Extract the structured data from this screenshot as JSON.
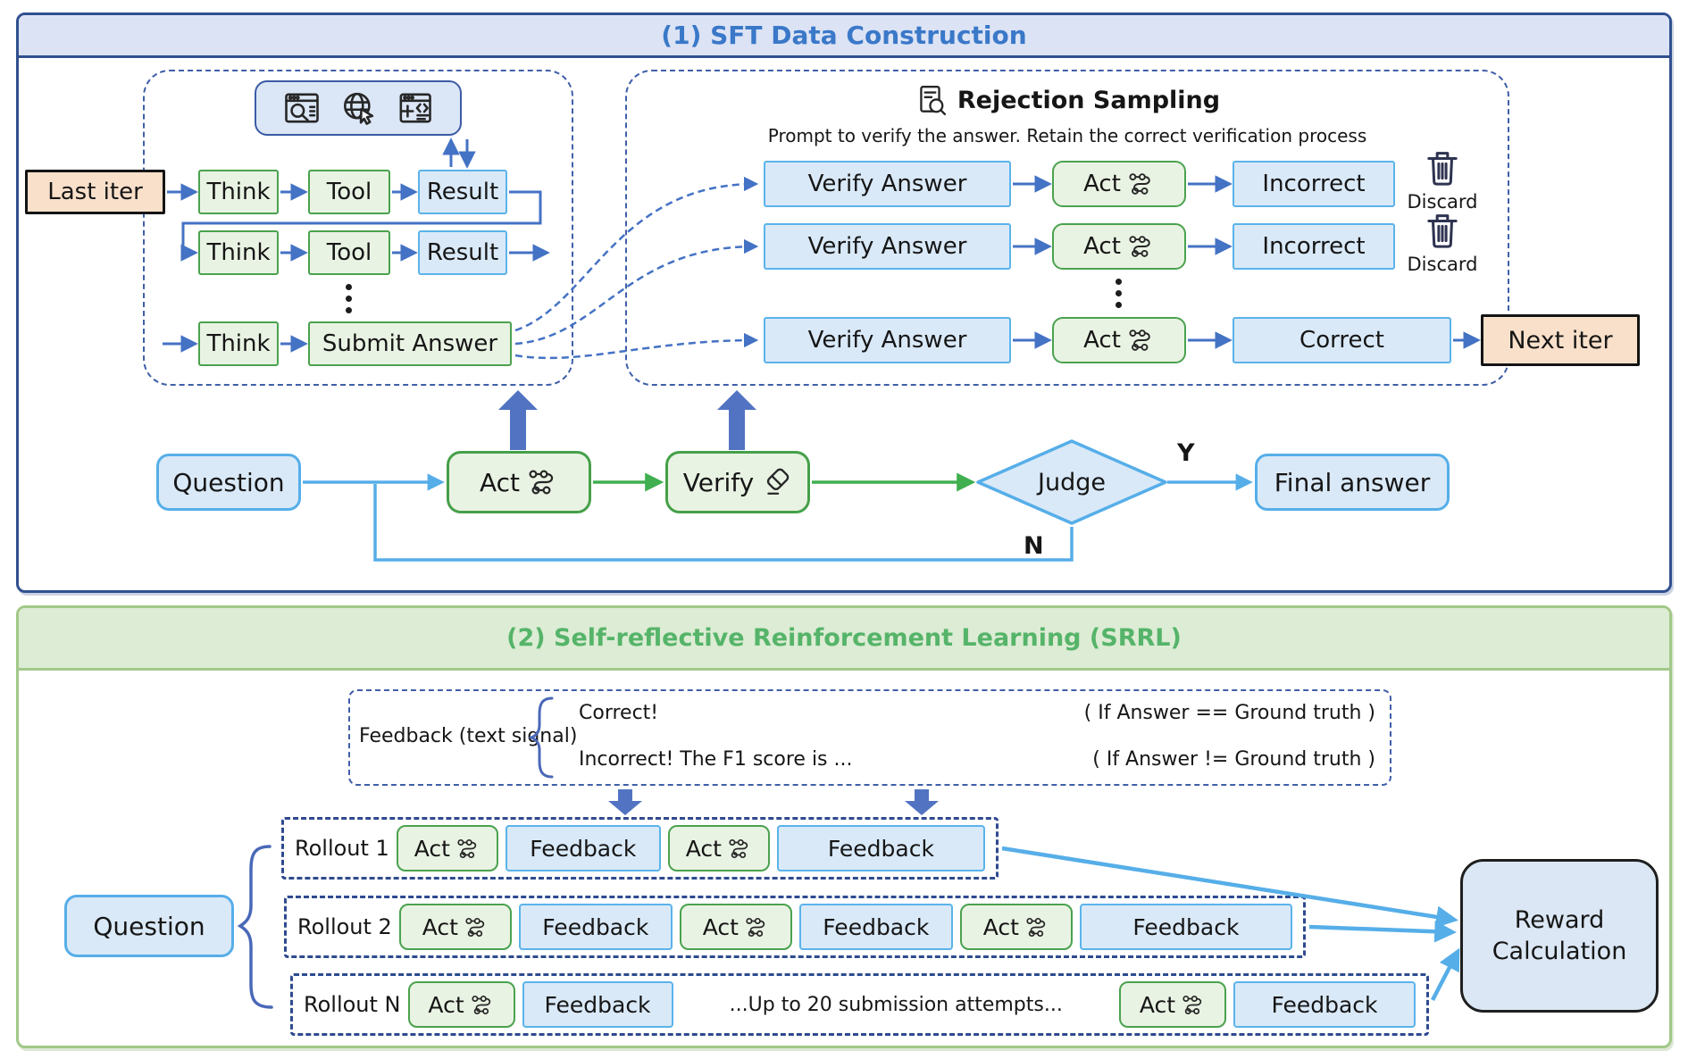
{
  "colors": {
    "s1_border": "#30508f",
    "s1_header_bg": "#dce3f5",
    "s1_title": "#3a78c8",
    "s2_border": "#a2c888",
    "s2_header_bg": "#ddecd4",
    "s2_title": "#55b469",
    "green_box_border": "#4aa24e",
    "green_box_bg": "#e9f3e3",
    "blue_box_border": "#5bb3ea",
    "blue_box_bg": "#d9e9f8",
    "peach_bg": "#f9e0ca",
    "arrow_blue": "#4472c4",
    "arrow_light_blue": "#56aee8",
    "arrow_green": "#3faf4f",
    "block_arrow": "#5273c2",
    "dashed_border": "#3f5fa8",
    "rollout_dash": "#2e4a8f",
    "reward_bg": "#dbe7f4"
  },
  "s1": {
    "title": "(1) SFT Data Construction",
    "last_iter": "Last iter",
    "think": "Think",
    "tool": "Tool",
    "result": "Result",
    "submit": "Submit Answer",
    "rs_title": "Rejection Sampling",
    "rs_subtitle": "Prompt to verify the answer. Retain the correct verification process",
    "verify_answer": "Verify Answer",
    "act": "Act",
    "incorrect": "Incorrect",
    "correct": "Correct",
    "discard": "Discard",
    "next_iter": "Next iter",
    "question": "Question",
    "verify": "Verify",
    "judge": "Judge",
    "yes": "Y",
    "no": "N",
    "final_answer": "Final answer"
  },
  "s2": {
    "title": "(2) Self-reflective Reinforcement Learning (SRRL)",
    "feedback_label": "Feedback (text signal)",
    "correct_line": "Correct!",
    "correct_cond": "( If Answer == Ground truth )",
    "incorrect_line": "Incorrect! The F1 score is ...",
    "incorrect_cond": "( If Answer != Ground truth )",
    "question": "Question",
    "rollout1": "Rollout 1",
    "rollout2": "Rollout 2",
    "rolloutN": "Rollout N",
    "act": "Act",
    "feedback": "Feedback",
    "attempts_note": "...Up to 20 submission attempts...",
    "reward": "Reward Calculation"
  }
}
